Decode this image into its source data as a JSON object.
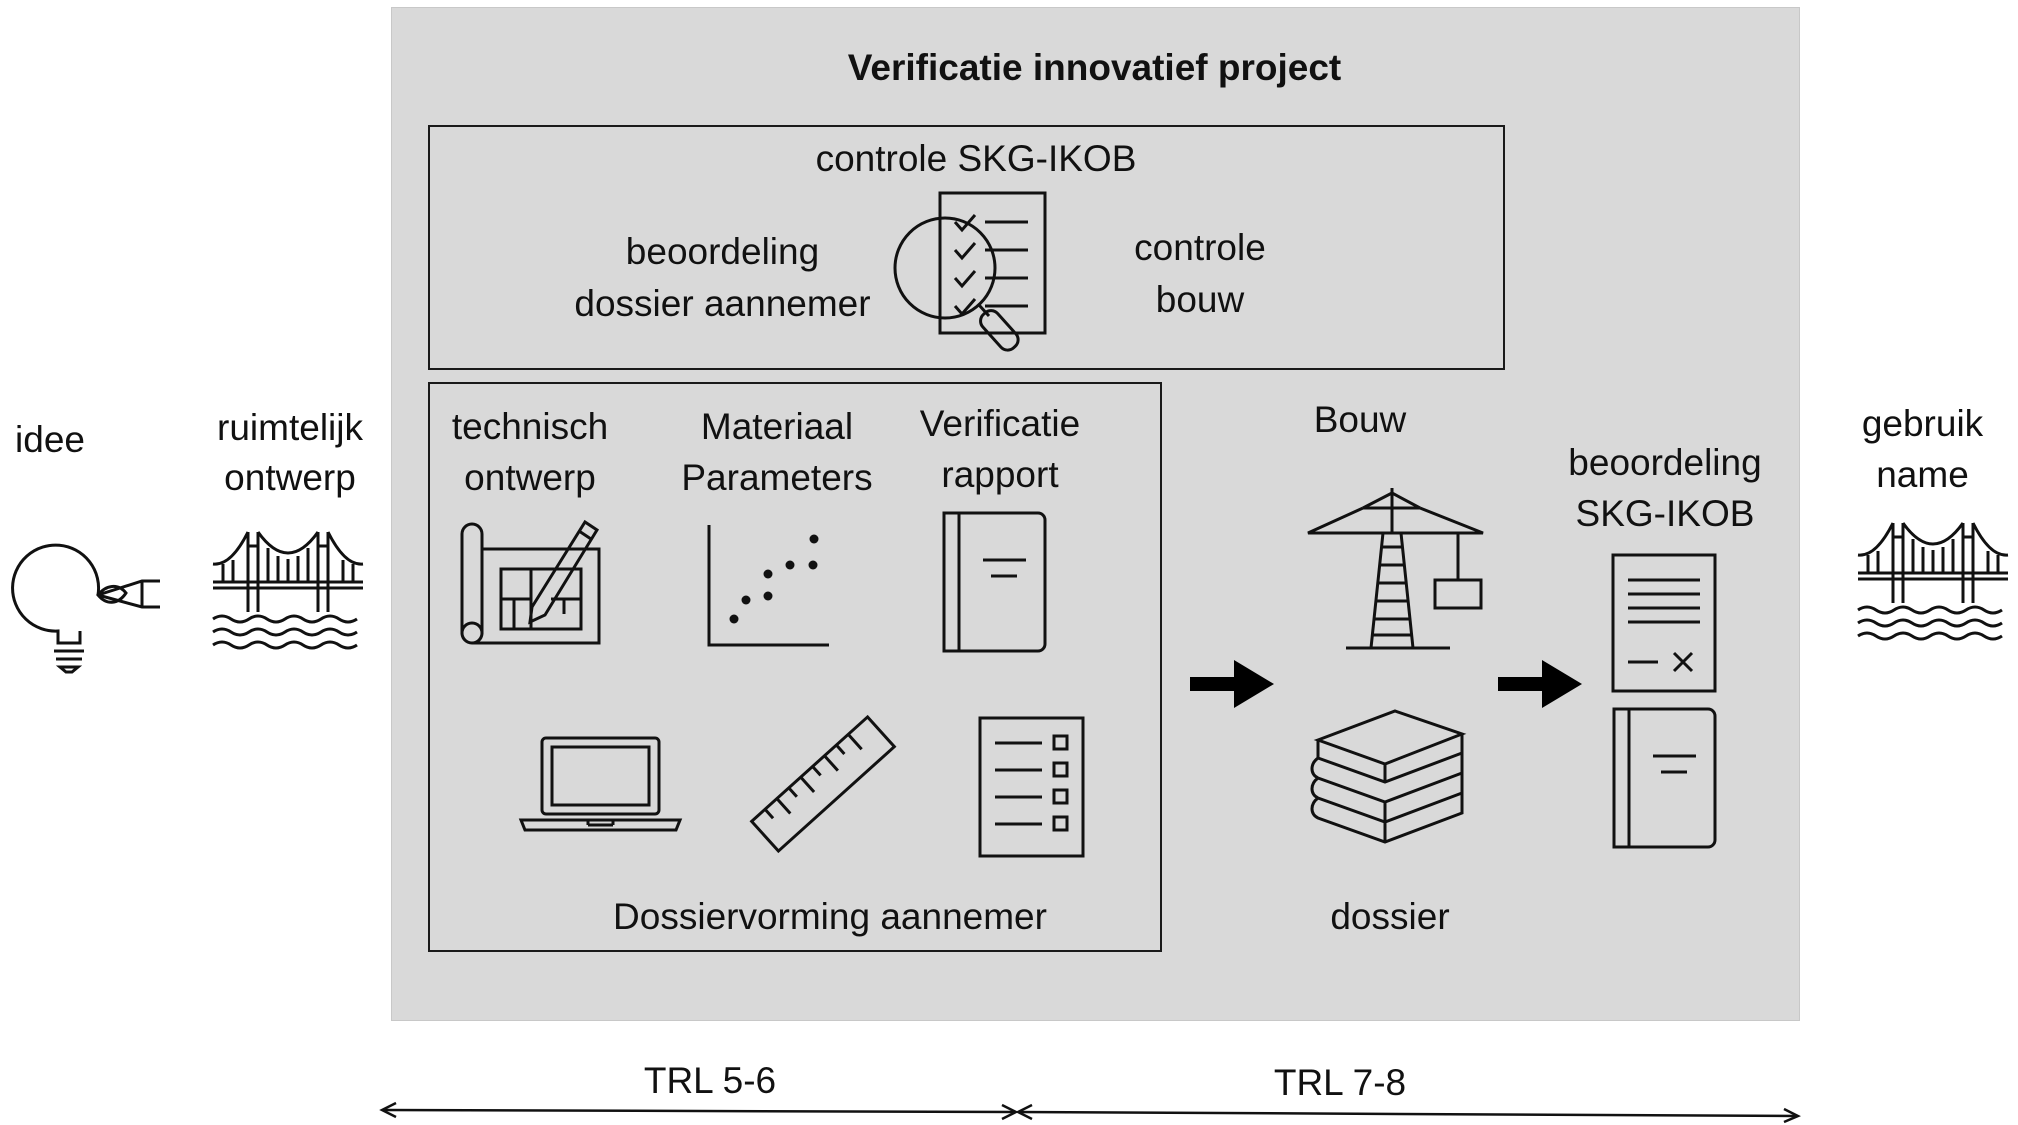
{
  "diagram": {
    "title": "Verificatie innovatief project",
    "left_stages": {
      "idee": "idee",
      "ruimtelijk_line1": "ruimtelijk",
      "ruimtelijk_line2": "ontwerp"
    },
    "right_stage": {
      "line1": "gebruik",
      "line2": "name"
    },
    "controle_box": {
      "heading": "controle SKG-IKOB",
      "left_line1": "beoordeling",
      "left_line2": "dossier aannemer",
      "right_line1": "controle",
      "right_line2": "bouw"
    },
    "dossier_box": {
      "col1_line1": "technisch",
      "col1_line2": "ontwerp",
      "col2_line1": "Materiaal",
      "col2_line2": "Parameters",
      "col3_line1": "Verificatie",
      "col3_line2": "rapport",
      "footer": "Dossiervorming aannemer"
    },
    "construction": {
      "bouw": "Bouw",
      "dossier": "dossier"
    },
    "assessment": {
      "line1": "beoordeling",
      "line2": "SKG-IKOB"
    },
    "trl": {
      "left": "TRL 5-6",
      "right": "TRL 7-8"
    }
  },
  "icons": [
    "light-bulb-icon",
    "bridge-icon",
    "magnifier-checklist-icon",
    "blueprint-icon",
    "scatter-plot-icon",
    "report-book-icon",
    "laptop-icon",
    "ruler-icon",
    "checklist-icon",
    "arrow-right-icon",
    "crane-icon",
    "book-stack-icon",
    "signed-document-icon",
    "book-icon"
  ]
}
